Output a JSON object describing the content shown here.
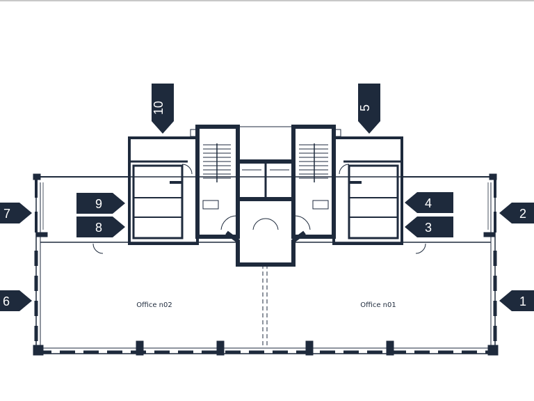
{
  "colors": {
    "wall": "#1e2a3c",
    "marker": "#1e2a3c",
    "marker_text": "#ffffff",
    "background": "#ffffff"
  },
  "rooms": {
    "office_left": "Office n02",
    "office_right": "Office n01"
  },
  "markers": {
    "m1": "1",
    "m2": "2",
    "m3": "3",
    "m4": "4",
    "m5": "5",
    "m6": "6",
    "m7": "7",
    "m8": "8",
    "m9": "9",
    "m10": "10"
  }
}
